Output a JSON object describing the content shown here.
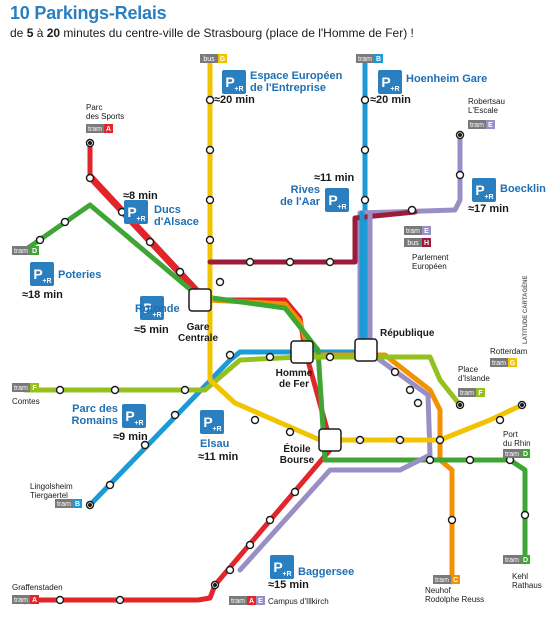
{
  "header": {
    "title": "10 Parkings-Relais",
    "subtitle_pre": "de ",
    "subtitle_n1": "5",
    "subtitle_mid": " à ",
    "subtitle_n2": "20",
    "subtitle_post": " minutes du centre-ville de Strasbourg (place de l'Homme de Fer) !"
  },
  "colors": {
    "tram_A": "#e2242b",
    "tram_B": "#1c9ad6",
    "tram_C": "#f39200",
    "tram_D": "#3fa535",
    "tram_E": "#9b8ec4",
    "tram_F": "#95c11f",
    "bus_G": "#f2c400",
    "bus_H": "#9b1b3b",
    "parking": "#2a7fc0",
    "tram_badge": "#7a7a7a"
  },
  "parkings": [
    {
      "id": "espace",
      "name1": "Espace Européen",
      "name2": "de l'Entreprise",
      "time": "≈20 min"
    },
    {
      "id": "hoenheim",
      "name1": "Hoenheim Gare",
      "name2": "",
      "time": "≈20 min"
    },
    {
      "id": "boecklin",
      "name1": "Boecklin",
      "name2": "",
      "time": "≈17 min"
    },
    {
      "id": "rives",
      "name1": "Rives",
      "name2": "de l'Aar",
      "time": "≈11 min"
    },
    {
      "id": "ducs",
      "name1": "Ducs",
      "name2": "d'Alsace",
      "time": "≈8 min"
    },
    {
      "id": "poteries",
      "name1": "Poteries",
      "name2": "",
      "time": "≈18 min"
    },
    {
      "id": "rotonde",
      "name1": "Rotonde",
      "name2": "",
      "time": "≈5 min"
    },
    {
      "id": "romains",
      "name1": "Parc des",
      "name2": "Romains",
      "time": "≈9 min"
    },
    {
      "id": "elsau",
      "name1": "Elsau",
      "name2": "",
      "time": "≈11 min"
    },
    {
      "id": "baggersee",
      "name1": "Baggersee",
      "name2": "",
      "time": "≈15 min"
    }
  ],
  "pr_icon": {
    "p": "P",
    "r": "+R"
  },
  "hubs": [
    {
      "id": "gare",
      "l1": "Gare",
      "l2": "Centrale"
    },
    {
      "id": "homme",
      "l1": "Homme",
      "l2": "de Fer"
    },
    {
      "id": "republique",
      "l1": "République",
      "l2": ""
    },
    {
      "id": "etoile",
      "l1": "Étoile",
      "l2": "Bourse"
    }
  ],
  "terminals": [
    {
      "id": "parc-sports",
      "l1": "Parc",
      "l2": "des Sports"
    },
    {
      "id": "robertsau",
      "l1": "Robertsau",
      "l2": "L'Escale"
    },
    {
      "id": "parlement",
      "l1": "Parlement",
      "l2": "Européen"
    },
    {
      "id": "comtes",
      "l1": "Comtes",
      "l2": ""
    },
    {
      "id": "islande",
      "l1": "Place",
      "l2": "d'Islande"
    },
    {
      "id": "rotterdam",
      "l1": "Rotterdam",
      "l2": ""
    },
    {
      "id": "port-rhin",
      "l1": "Port",
      "l2": "du Rhin"
    },
    {
      "id": "lingolsheim",
      "l1": "Lingolsheim",
      "l2": "Tiergaertel"
    },
    {
      "id": "kehl",
      "l1": "Kehl",
      "l2": "Rathaus"
    },
    {
      "id": "neuhof",
      "l1": "Neuhof",
      "l2": "Rodolphe Reuss"
    },
    {
      "id": "graffenstaden",
      "l1": "Graffenstaden",
      "l2": ""
    },
    {
      "id": "illkirch",
      "l1": "Campus d'Illkirch",
      "l2": ""
    }
  ],
  "badges": {
    "tram": "tram",
    "bus": "bus",
    "A": "A",
    "B": "B",
    "C": "C",
    "D": "D",
    "E": "E",
    "F": "F",
    "G": "G",
    "H": "H"
  },
  "side_text": {
    "l1": "LATITUDE",
    "l2": "CARTAGÈNE"
  }
}
